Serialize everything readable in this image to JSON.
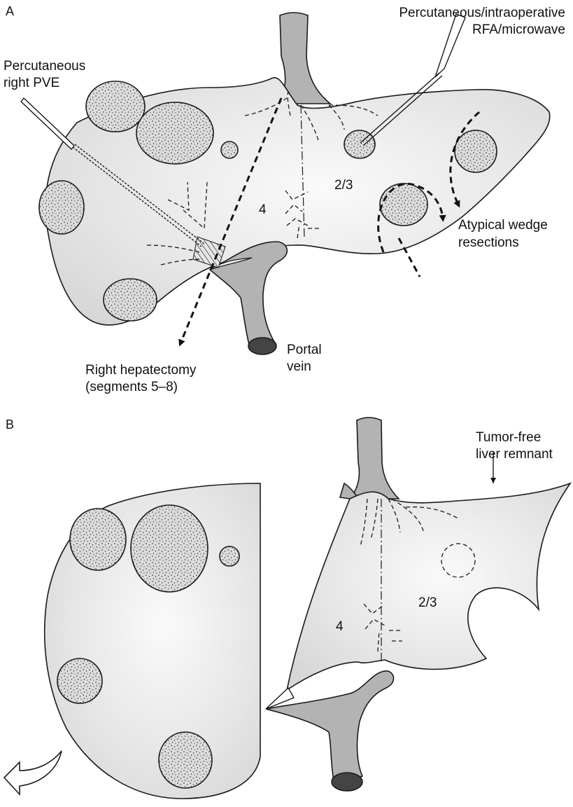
{
  "panels": {
    "a": {
      "label": "A",
      "labels": {
        "pve": [
          "Percutaneous",
          "right PVE"
        ],
        "rfa": [
          "Percutaneous/intraoperative",
          "RFA/microwave"
        ],
        "wedge": [
          "Atypical wedge",
          "resections"
        ],
        "hepatectomy": [
          "Right hepatectomy",
          "(segments 5–8)"
        ],
        "portal": [
          "Portal",
          "vein"
        ]
      },
      "segments": {
        "seg4": "4",
        "seg23": "2/3"
      }
    },
    "b": {
      "label": "B",
      "labels": {
        "remnant": [
          "Tumor-free",
          "liver remnant"
        ]
      },
      "segments": {
        "seg4": "4",
        "seg23": "2/3"
      }
    }
  },
  "colors": {
    "liver_fill": "#e8e8e8",
    "vessel_fill": "#b3b3b3",
    "outline": "#1a1a1a"
  },
  "icons": {
    "tumor": "stippled-ellipse",
    "needle": "probe-needle",
    "removal_arrow": "curved-hollow-arrow"
  }
}
